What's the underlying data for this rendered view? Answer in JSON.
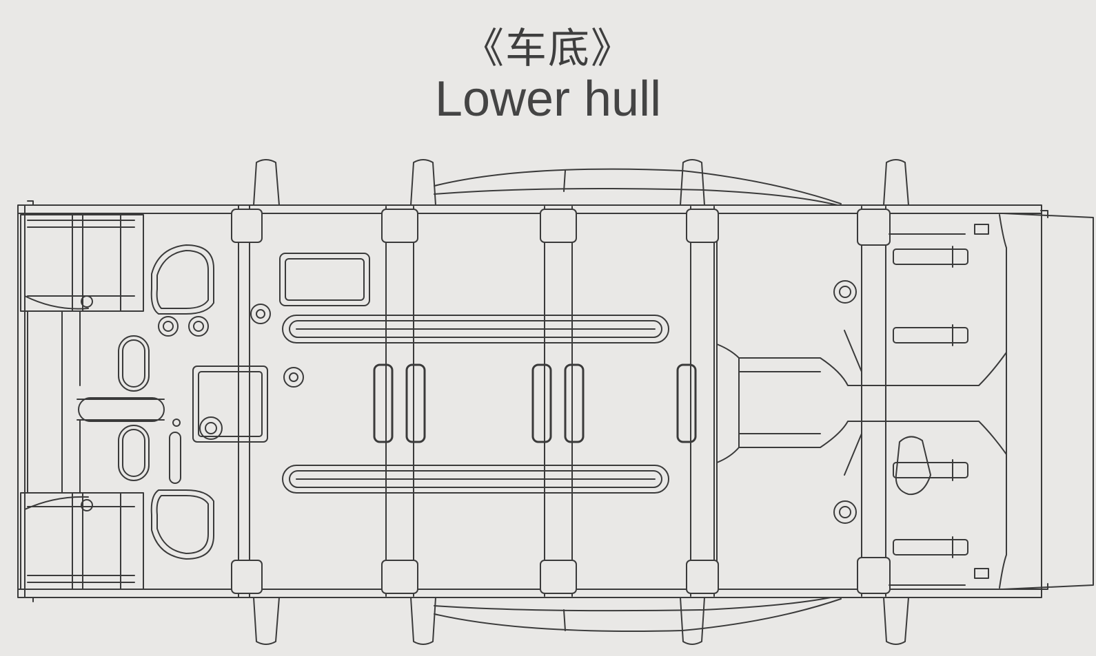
{
  "title": {
    "chinese": "《车底》",
    "english": "Lower hull"
  },
  "colors": {
    "background": "#e9e8e6",
    "line": "#3a3a3a",
    "fill": "#e9e8e6"
  },
  "figure": {
    "subject": "lower-hull-top-view",
    "line_style": "technical-line-drawing"
  }
}
